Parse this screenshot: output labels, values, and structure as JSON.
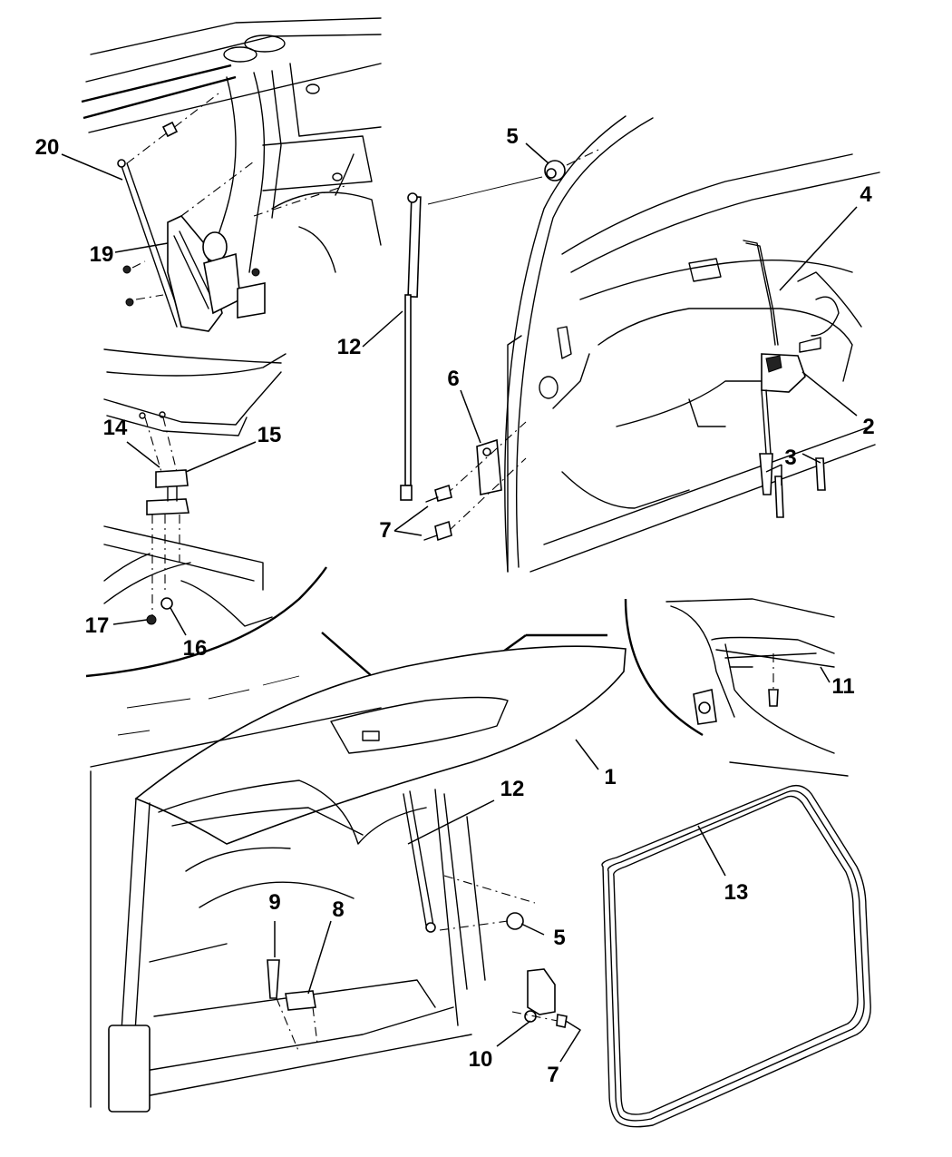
{
  "diagram": {
    "type": "exploded parts diagram",
    "subject": "liftgate assembly",
    "callouts": [
      {
        "id": "c20",
        "label": "20"
      },
      {
        "id": "c19",
        "label": "19"
      },
      {
        "id": "c5a",
        "label": "5"
      },
      {
        "id": "c4",
        "label": "4"
      },
      {
        "id": "c12a",
        "label": "12"
      },
      {
        "id": "c6",
        "label": "6"
      },
      {
        "id": "c2",
        "label": "2"
      },
      {
        "id": "c3",
        "label": "3"
      },
      {
        "id": "c7a",
        "label": "7"
      },
      {
        "id": "c14",
        "label": "14"
      },
      {
        "id": "c15",
        "label": "15"
      },
      {
        "id": "c17",
        "label": "17"
      },
      {
        "id": "c16",
        "label": "16"
      },
      {
        "id": "c11",
        "label": "11"
      },
      {
        "id": "c1",
        "label": "1"
      },
      {
        "id": "c12b",
        "label": "12"
      },
      {
        "id": "c13",
        "label": "13"
      },
      {
        "id": "c9",
        "label": "9"
      },
      {
        "id": "c8",
        "label": "8"
      },
      {
        "id": "c5b",
        "label": "5"
      },
      {
        "id": "c10",
        "label": "10"
      },
      {
        "id": "c7b",
        "label": "7"
      }
    ]
  }
}
